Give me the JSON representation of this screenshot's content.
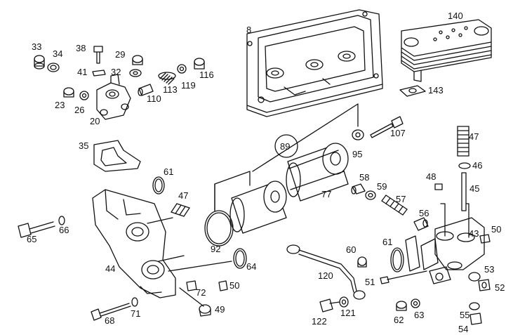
{
  "diagram": {
    "labels": {
      "p8": "8",
      "p140": "140",
      "p143": "143",
      "p33": "33",
      "p34": "34",
      "p38": "38",
      "p29": "29",
      "p41": "41",
      "p32": "32",
      "p116": "116",
      "p113": "113",
      "p119": "119",
      "p110": "110",
      "p23": "23",
      "p26": "26",
      "p20": "20",
      "p35": "35",
      "p107": "107",
      "p89": "89",
      "p95": "95",
      "p47a": "47",
      "p46": "46",
      "p45": "45",
      "p48": "48",
      "p58": "58",
      "p59": "59",
      "p57": "57",
      "p56": "56",
      "p77": "77",
      "p61a": "61",
      "p47b": "47",
      "p65": "65",
      "p66": "66",
      "p92": "92",
      "p43": "43",
      "p50a": "50",
      "p60": "60",
      "p61b": "61",
      "p44": "44",
      "p64": "64",
      "p120": "120",
      "p51": "51",
      "p53": "53",
      "p52": "52",
      "p72": "72",
      "p50b": "50",
      "p49": "49",
      "p68": "68",
      "p71": "71",
      "p122": "122",
      "p121": "121",
      "p62": "62",
      "p63": "63",
      "p55": "55",
      "p54": "54"
    }
  }
}
